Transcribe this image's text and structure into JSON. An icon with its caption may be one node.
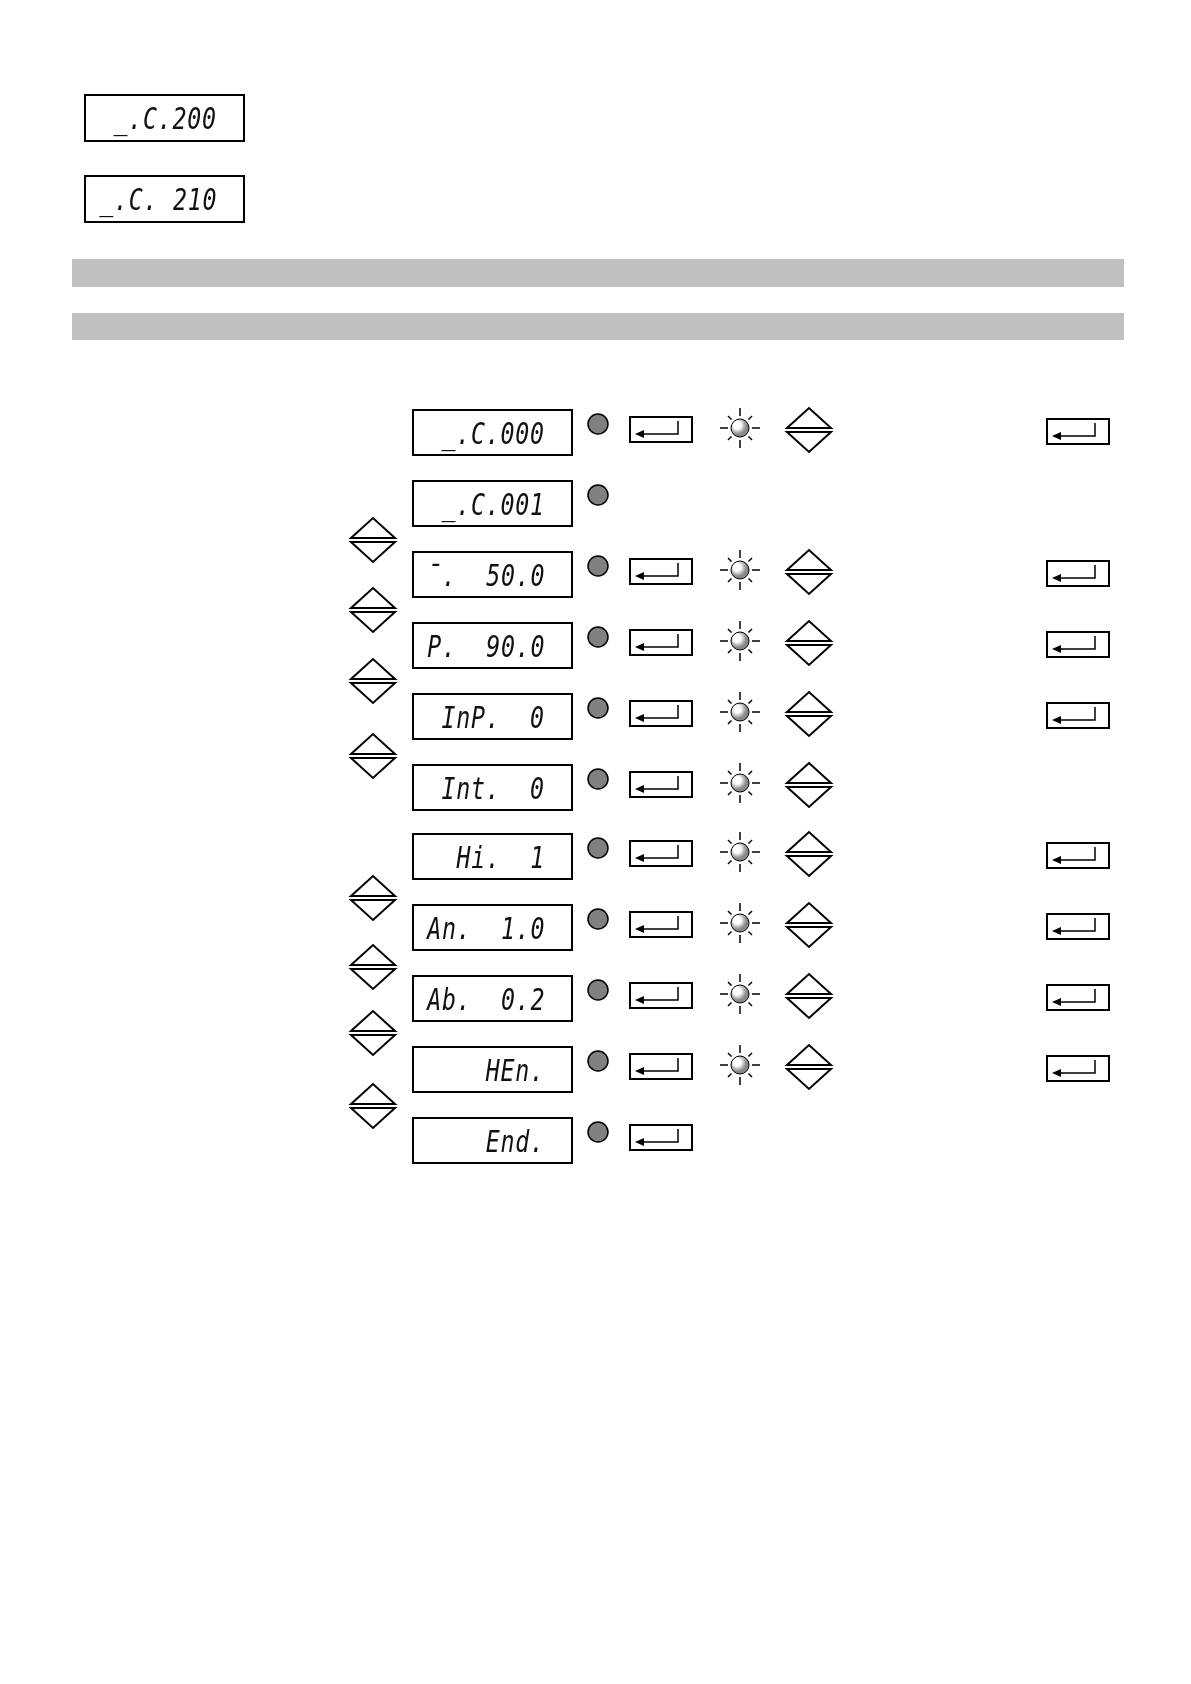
{
  "diagram": {
    "nodes": [
      {
        "text": [
          "_.C.200"
        ]
      },
      {
        "text": [
          "_.C. 210"
        ]
      },
      {
        "text": [],
        "shape": "bar"
      },
      {
        "text": [],
        "shape": "bar"
      },
      {
        "text": [
          "_.C.000"
        ]
      },
      {
        "text": [
          "_.C.001"
        ]
      },
      {
        "text": [
          "¯.  50.0"
        ]
      },
      {
        "text": [
          "P.  90.0"
        ]
      },
      {
        "text": [
          "InP.  0"
        ]
      },
      {
        "text": [
          "Int.  0"
        ]
      },
      {
        "text": [
          "Hi.  1"
        ]
      },
      {
        "text": [
          "An.  1.0"
        ]
      },
      {
        "text": [
          "Ab.  0.2"
        ]
      },
      {
        "text": [
          "HEn."
        ]
      },
      {
        "text": [
          "End."
        ]
      }
    ]
  }
}
